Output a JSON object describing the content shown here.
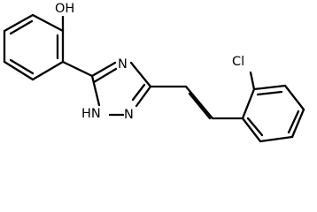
{
  "molecule": {
    "atom_labels": {
      "hydroxyl": "OH",
      "chloro": "Cl",
      "triazole_n_top": "N",
      "triazole_n_bottom": "N",
      "triazole_nh": "HN"
    }
  }
}
